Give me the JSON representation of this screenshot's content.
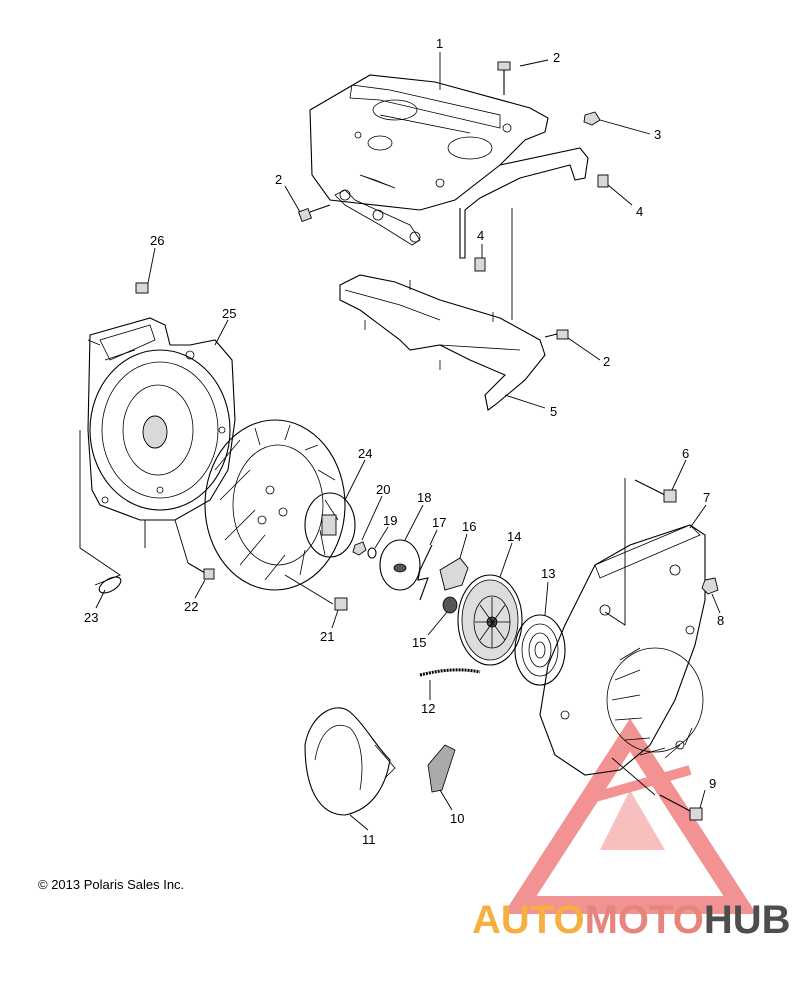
{
  "copyright": "© 2013 Polaris Sales Inc.",
  "watermark": {
    "part1": "AUTO",
    "part2": "MOTO",
    "part3": "HUB"
  },
  "callouts": [
    {
      "id": "c1",
      "label": "1"
    },
    {
      "id": "c2a",
      "label": "2"
    },
    {
      "id": "c3",
      "label": "3"
    },
    {
      "id": "c2b",
      "label": "2"
    },
    {
      "id": "c4a",
      "label": "4"
    },
    {
      "id": "c4b",
      "label": "4"
    },
    {
      "id": "c26",
      "label": "26"
    },
    {
      "id": "c25",
      "label": "25"
    },
    {
      "id": "c2c",
      "label": "2"
    },
    {
      "id": "c5",
      "label": "5"
    },
    {
      "id": "c24",
      "label": "24"
    },
    {
      "id": "c20",
      "label": "20"
    },
    {
      "id": "c18",
      "label": "18"
    },
    {
      "id": "c19",
      "label": "19"
    },
    {
      "id": "c17",
      "label": "17"
    },
    {
      "id": "c16",
      "label": "16"
    },
    {
      "id": "c14",
      "label": "14"
    },
    {
      "id": "c6",
      "label": "6"
    },
    {
      "id": "c7",
      "label": "7"
    },
    {
      "id": "c13",
      "label": "13"
    },
    {
      "id": "c8",
      "label": "8"
    },
    {
      "id": "c23",
      "label": "23"
    },
    {
      "id": "c22",
      "label": "22"
    },
    {
      "id": "c21",
      "label": "21"
    },
    {
      "id": "c15",
      "label": "15"
    },
    {
      "id": "c12",
      "label": "12"
    },
    {
      "id": "c9",
      "label": "9"
    },
    {
      "id": "c10",
      "label": "10"
    },
    {
      "id": "c11",
      "label": "11"
    }
  ],
  "colors": {
    "watermark_triangle": "#f08080",
    "watermark_auto": "#f5b041",
    "watermark_moto": "#e8857a",
    "watermark_hub": "#4d4d4d"
  }
}
